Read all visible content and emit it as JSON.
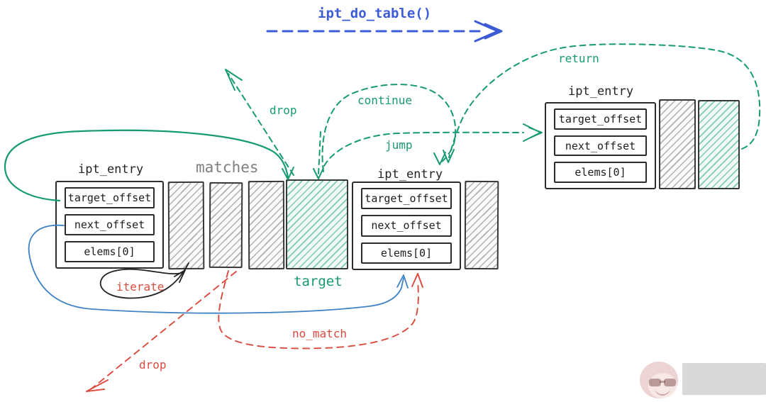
{
  "title": {
    "function_label": "ipt_do_table()"
  },
  "colors": {
    "flow_blue": "#3c5cd7",
    "verdict_green": "#169a72",
    "error_red": "#dc4a3d",
    "pointer_blue": "#3e82c6",
    "struct_ink": "#2b2b2b",
    "muted_gray": "#7f7f7f"
  },
  "labels": {
    "matches": "matches",
    "target": "target"
  },
  "arrows": {
    "drop_top": {
      "label": "drop"
    },
    "continue": {
      "label": "continue"
    },
    "jump": {
      "label": "jump"
    },
    "return": {
      "label": "return"
    },
    "iterate": {
      "label": "iterate"
    },
    "no_match": {
      "label": "no_match"
    },
    "drop_bottom": {
      "label": "drop"
    }
  },
  "entries": {
    "left": {
      "title": "ipt_entry",
      "fields": [
        "target_offset",
        "next_offset",
        "elems[0]"
      ]
    },
    "middle": {
      "title": "ipt_entry",
      "fields": [
        "target_offset",
        "next_offset",
        "elems[0]"
      ]
    },
    "right": {
      "title": "ipt_entry",
      "fields": [
        "target_offset",
        "next_offset",
        "elems[0]"
      ]
    }
  }
}
